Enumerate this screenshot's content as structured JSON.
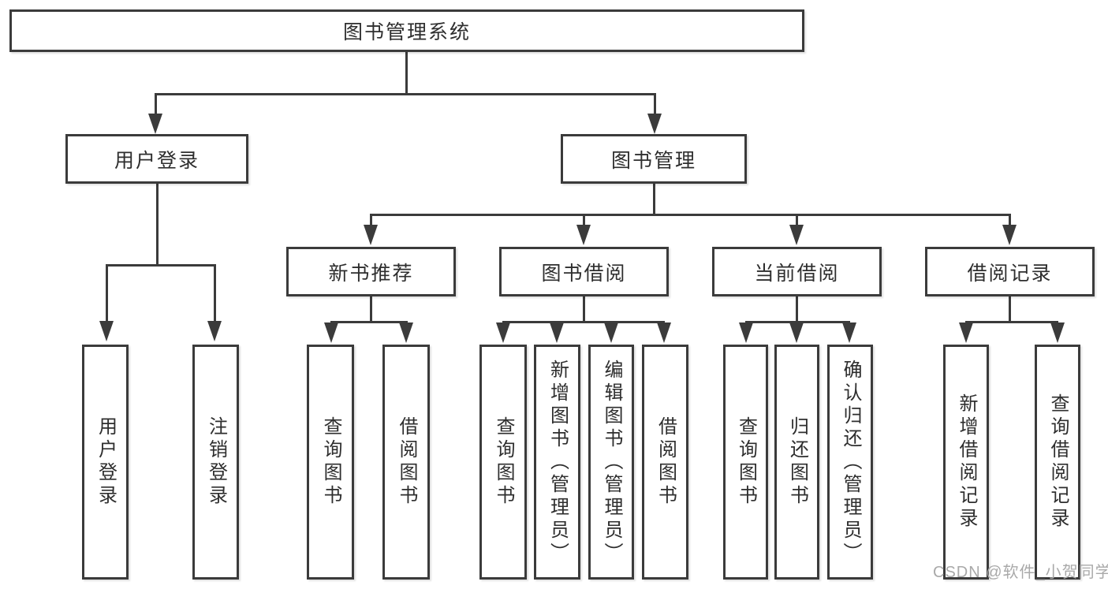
{
  "nodes": {
    "root": "图书管理系统",
    "user_login": "用户登录",
    "book_management": "图书管理",
    "new_book_recommendation": "新书推荐",
    "book_borrowing": "图书借阅",
    "current_borrowing": "当前借阅",
    "borrowing_records": "借阅记录",
    "user_login_leaf": "用户登录",
    "logout_leaf": "注销登录",
    "nb_query_books": "查询图书",
    "nb_borrow_books": "借阅图书",
    "bb_query_books": "查询图书",
    "bb_add_books_admin": "新增图书（管理员）",
    "bb_edit_books_admin": "编辑图书（管理员）",
    "bb_borrow_books": "借阅图书",
    "cb_query_books": "查询图书",
    "cb_return_books": "归还图书",
    "cb_confirm_return_admin": "确认归还（管理员）",
    "br_add_record": "新增借阅记录",
    "br_query_record": "查询借阅记录"
  },
  "watermark": "CSDN @软件_小贺同学",
  "colors": {
    "line": "#3b3b3b",
    "text": "#2e2e2e",
    "box_background": "#ffffff",
    "watermark": "#a9a9a9",
    "background": "#ffffff"
  }
}
